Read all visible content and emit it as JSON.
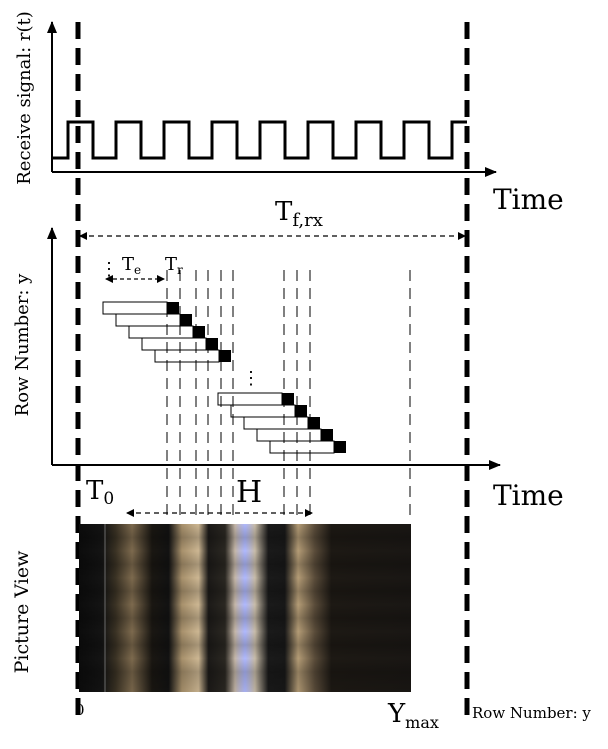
{
  "top_panel": {
    "y_axis_label": "Receive signal: r(t)",
    "x_axis_label": "Time",
    "frame_period_label": "T",
    "frame_period_sub": "f,rx"
  },
  "middle_panel": {
    "y_axis_label": "Row Number: y",
    "x_axis_label": "Time",
    "exposure_label": "T",
    "exposure_sub": "e",
    "readout_label": "T",
    "readout_sub": "r",
    "start_label": "T",
    "start_sub": "0",
    "ellipsis": "⋮",
    "band_width_label": "H",
    "rows_group_a": 5,
    "rows_group_b": 5
  },
  "bottom_panel": {
    "y_axis_label": "Picture View",
    "x_axis_label": "Row Number: y",
    "origin_label": "0",
    "max_label": "Y",
    "max_sub": "max"
  },
  "colors": {
    "axis": "#000000",
    "bright_band": "#ccb894",
    "blue_band": "#aeb8ff",
    "dark": "#141414"
  }
}
